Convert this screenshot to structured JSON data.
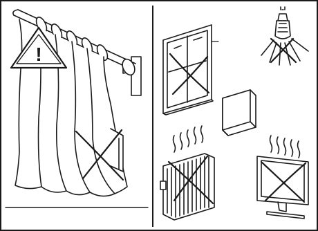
{
  "colors": {
    "line": "#1a1a1a",
    "background": "#ffffff",
    "warning_fill": "#ffffff"
  },
  "icons": {
    "warning": "warning-triangle-icon",
    "cross": "cross-out-icon"
  },
  "left_panel": {
    "warning_symbol": "!"
  },
  "right_panel": {
    "items": [
      "window",
      "spotlight",
      "thermostat",
      "radiator",
      "monitor"
    ]
  }
}
